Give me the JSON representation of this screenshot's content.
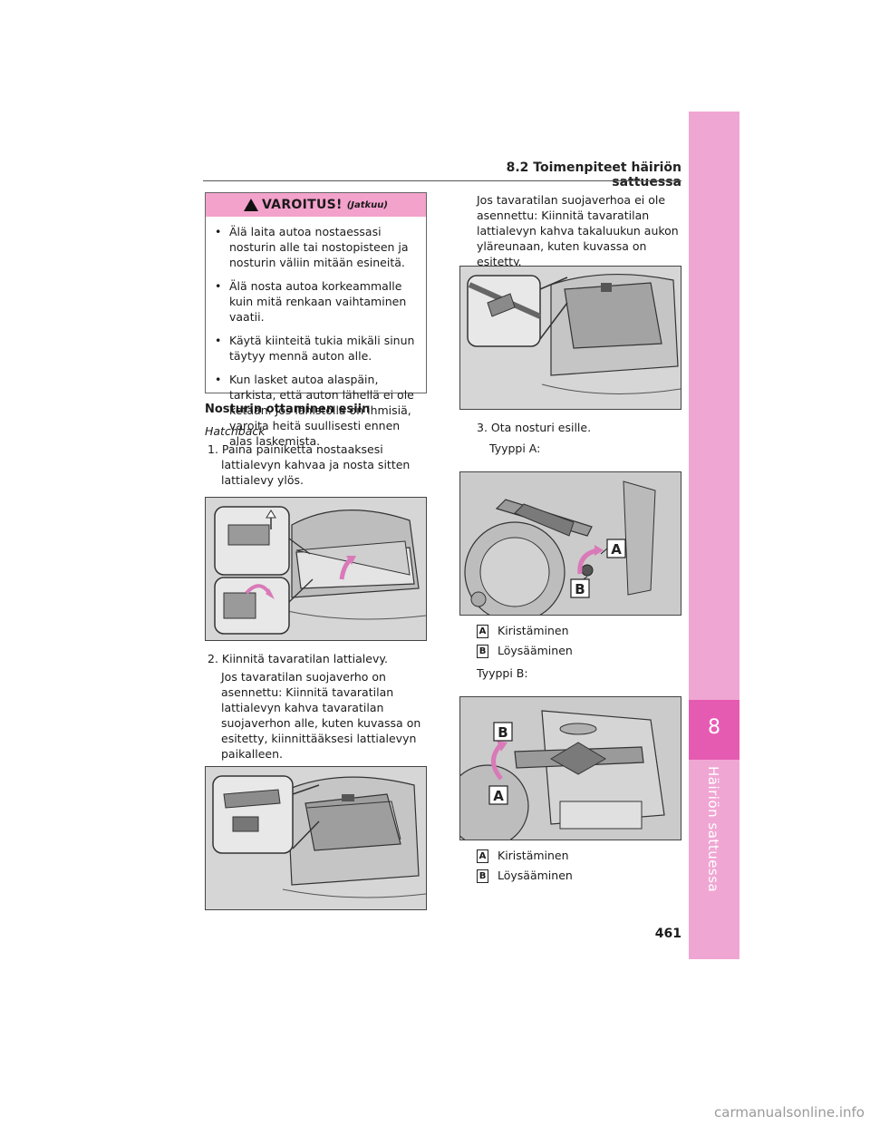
{
  "header": {
    "section": "8.2 Toimenpiteet häiriön sattuessa"
  },
  "chapter_tab": {
    "number": "8",
    "title": "Häiriön sattuessa"
  },
  "warning": {
    "title": "VAROITUS!",
    "subtitle": "(Jatkuu)",
    "items": [
      "Älä laita autoa nostaessasi nosturin alle tai nostopisteen ja nosturin väliin mitään esineitä.",
      "Älä nosta autoa korkeammalle kuin mitä renkaan vaihtaminen vaatii.",
      "Käytä kiinteitä tukia mikäli sinun täytyy mennä auton alle.",
      "Kun lasket autoa alaspäin, tarkista, että auton lähellä ei ole ketään. Jos lähistöllä on ihmisiä, varoita heitä suullisesti ennen alas laskemista."
    ]
  },
  "section_title": "Nosturin ottaminen esiin",
  "variant_label": "Hatchback",
  "steps": {
    "step1": "1. Paina painiketta nostaaksesi lattialevyn kahvaa ja nosta sitten lattialevy ylös.",
    "step2": "2. Kiinnitä tavaratilan lattialevy.",
    "step2_note": "Jos tavaratilan suojaverho on asennettu: Kiinnitä tavaratilan lattialevyn kahva tavaratilan suojaverhon alle, kuten kuvassa on esitetty, kiinnittääksesi lattialevyn paikalleen.",
    "step2_note2": "Jos tavaratilan suojaverhoa ei ole asennettu: Kiinnitä tavaratilan lattialevyn kahva takaluukun aukon yläreunaan, kuten kuvassa on esitetty.",
    "step3": "3. Ota nosturi esille."
  },
  "type_a": {
    "label": "Tyyppi A:",
    "legend": [
      {
        "letter": "A",
        "text": "Kiristäminen"
      },
      {
        "letter": "B",
        "text": "Löysääminen"
      }
    ]
  },
  "type_b": {
    "label": "Tyyppi B:",
    "legend": [
      {
        "letter": "A",
        "text": "Kiristäminen"
      },
      {
        "letter": "B",
        "text": "Löysääminen"
      }
    ]
  },
  "figure_callouts": {
    "fig3_a": "A",
    "fig3_b": "B",
    "fig4_a": "A",
    "fig4_b": "B"
  },
  "colors": {
    "accent_pink": "#f3a2cc",
    "tab_band": "#f0a6d3",
    "tab_active": "#e65bb2",
    "arrow_pink": "#d97ab8"
  },
  "page_number": "461",
  "watermark": "carmanualsonline.info"
}
